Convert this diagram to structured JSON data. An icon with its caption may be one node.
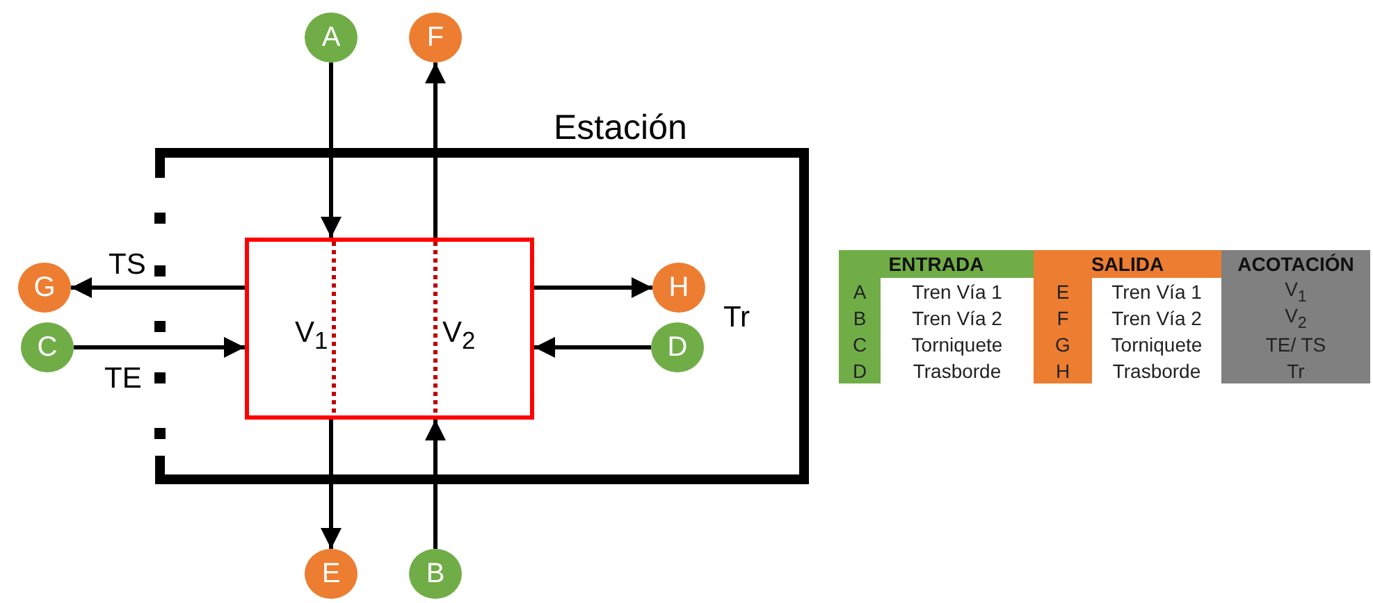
{
  "diagram": {
    "nodes": [
      {
        "text": [
          "Estación"
        ]
      },
      {
        "text": [],
        "shape": "box",
        "in": 0
      },
      {
        "text": [
          "A"
        ]
      },
      {
        "text": [
          "F"
        ]
      },
      {
        "text": [
          "G"
        ]
      },
      {
        "text": [
          "H"
        ],
        "in": 0
      },
      {
        "text": [
          "C"
        ]
      },
      {
        "text": [
          "D"
        ],
        "in": 0
      },
      {
        "text": [
          "E"
        ]
      },
      {
        "text": [
          "B"
        ]
      }
    ],
    "edges": [
      {
        "from": 2,
        "to": 1,
        "arrow": "to"
      },
      {
        "from": 1,
        "to": 3,
        "arrow": "to"
      },
      {
        "from": 1,
        "to": 4,
        "arrow": "to"
      },
      {
        "from": 1,
        "to": 5,
        "arrow": "to"
      },
      {
        "from": 6,
        "to": 1,
        "arrow": "to"
      },
      {
        "from": 7,
        "to": 1,
        "arrow": "to"
      },
      {
        "from": 1,
        "to": 8,
        "arrow": "to"
      },
      {
        "from": 9,
        "to": 1,
        "arrow": "to"
      }
    ],
    "labels": [
      "TS",
      "Tr",
      "V$_{1}$",
      "V$_{2}$",
      "TE",
      "ENTRADA",
      "SALIDA",
      "ACOTACIÓN",
      "A",
      "Tren Vía 1",
      "E",
      "Tren Vía 1",
      "V$_{1}$",
      "B",
      "Tren Vía 2",
      "F",
      "Tren Vía 2",
      "V$_{2}$",
      "C",
      "Torniquete",
      "G",
      "Torniquete",
      "TE/ TS",
      "D",
      "Trasborde",
      "H",
      "Trasborde",
      "Tr"
    ]
  }
}
